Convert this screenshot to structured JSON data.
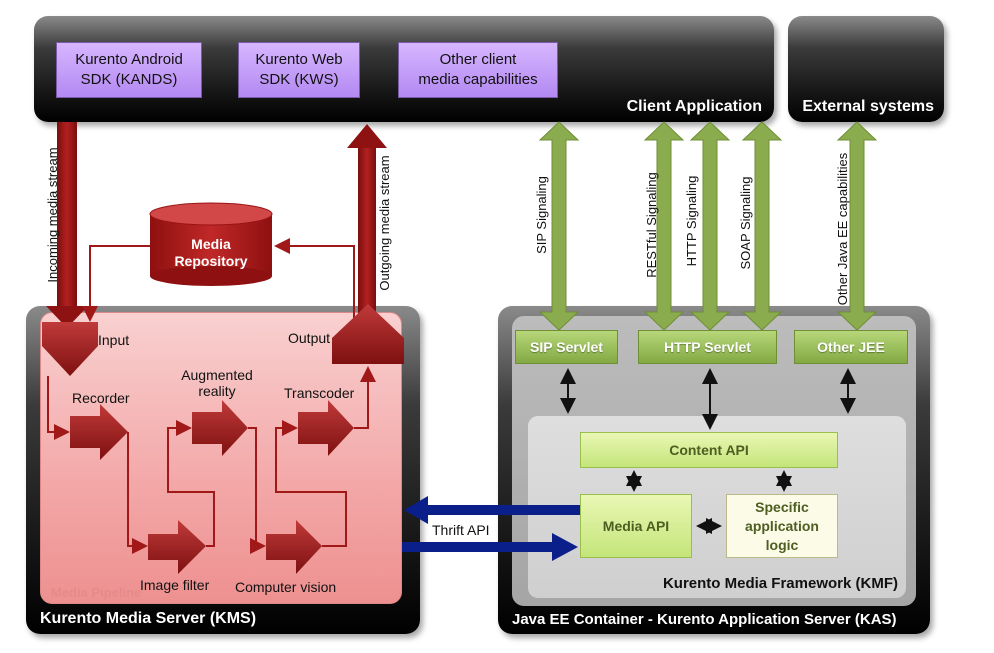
{
  "client_app": {
    "label": "Client Application",
    "sdks": [
      "Kurento Android\nSDK (KANDS)",
      "Kurento Web\nSDK (KWS)",
      "Other client\nmedia capabilities"
    ]
  },
  "external": {
    "label": "External systems"
  },
  "streams": {
    "incoming": "Incoming media stream",
    "outgoing": "Outgoing media stream"
  },
  "repository": {
    "label": "Media\nRepository"
  },
  "kms": {
    "label": "Kurento Media Server (KMS)",
    "pipeline_label": "Media Pipeline",
    "elements": {
      "input": "Input",
      "output": "Output",
      "recorder": "Recorder",
      "augmented": "Augmented\nreality",
      "transcoder": "Transcoder",
      "image_filter": "Image filter",
      "computer_vision": "Computer vision"
    }
  },
  "signaling": {
    "sip": "SIP Signaling",
    "restful": "RESTful Signaling",
    "http": "HTTP Signaling",
    "soap": "SOAP Signaling",
    "other_jee": "Other Java EE capabilities"
  },
  "kas": {
    "label": "Java EE Container - Kurento Application Server (KAS)",
    "servlets": {
      "sip": "SIP Servlet",
      "http": "HTTP Servlet",
      "other": "Other JEE"
    }
  },
  "kmf": {
    "label": "Kurento Media Framework (KMF)",
    "content_api": "Content API",
    "media_api": "Media API",
    "specific_logic": "Specific\napplication\nlogic"
  },
  "thrift": {
    "label": "Thrift API"
  },
  "colors": {
    "stream_arrow": "#a01818",
    "signal_arrow": "#8aab4e",
    "thrift_arrow": "#0a1f8a",
    "flow_line": "#a01818"
  }
}
